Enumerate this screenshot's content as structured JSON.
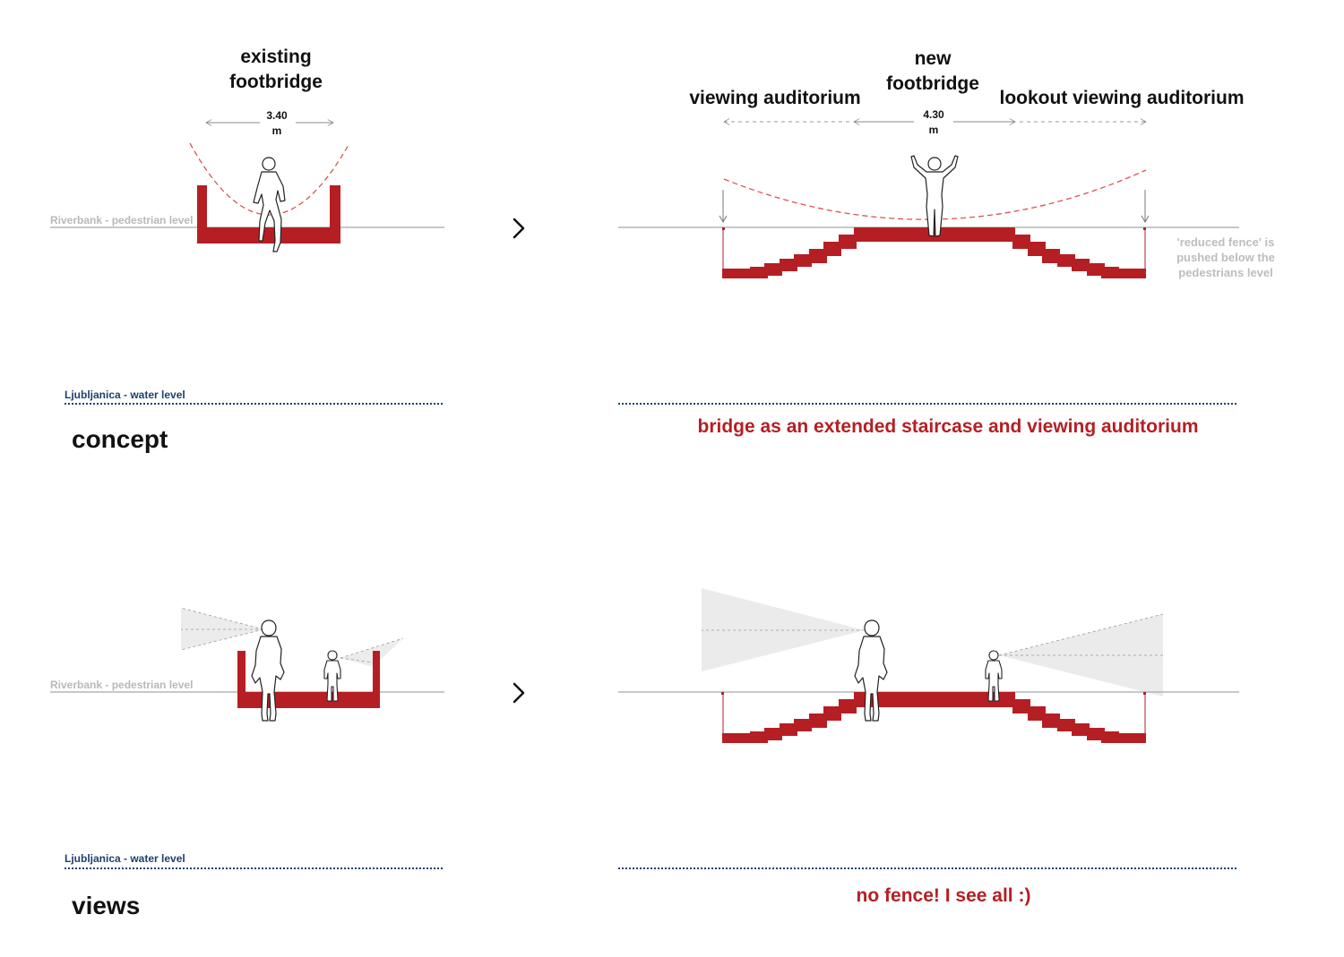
{
  "colors": {
    "bridge_red": "#b51f24",
    "ground_line": "#b5b5b5",
    "water_line": "#1f3f6e",
    "ground_label": "#b9b9b9",
    "view_cone": "#e9e9e9"
  },
  "icons": {
    "arrow": "chevron-right-icon",
    "person": "person-silhouette-icon"
  },
  "concept": {
    "title": "concept",
    "existing": {
      "label_line1": "existing",
      "label_line2": "footbridge",
      "width_value": "3.40",
      "width_unit": "m"
    },
    "new": {
      "label_line1": "new",
      "label_line2": "footbridge",
      "left_label": "viewing auditorium",
      "right_label": "lookout viewing auditorium",
      "width_value": "4.30",
      "width_unit": "m",
      "note_line1": "'reduced fence' is",
      "note_line2": "pushed below the",
      "note_line3": "pedestrians level"
    },
    "ground_label": "Riverbank - pedestrian level",
    "water_label": "Ljubljanica  - water level",
    "caption": "bridge as an extended staircase and viewing auditorium"
  },
  "views": {
    "title": "views",
    "ground_label": "Riverbank - pedestrian level",
    "water_label": "Ljubljanica  - water level",
    "caption": "no fence! I see all :)"
  }
}
